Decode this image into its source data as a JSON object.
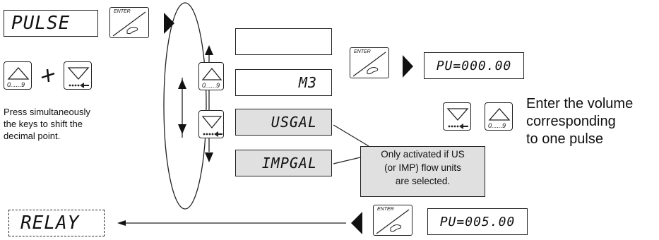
{
  "displays": {
    "pulse": "PULSE",
    "blank": "",
    "m3": "M3",
    "usgal": "USGAL",
    "impgal": "IMPGAL",
    "pu_zero": "PU=000.00",
    "pu_five": "PU=005.00",
    "relay": "RELAY"
  },
  "keys": {
    "enter_label": "ENTER",
    "up_range": "0......9"
  },
  "note": {
    "line1": "Only activated if US",
    "line2": "(or IMP) flow units",
    "line3": "are selected."
  },
  "help_decimal": {
    "line1": "Press simultaneously",
    "line2": "the keys to shift the",
    "line3": "decimal point."
  },
  "help_volume": {
    "line1": "Enter the volume",
    "line2": "corresponding",
    "line3": "to one pulse"
  },
  "colors": {
    "shade": "#e0e0e0",
    "stroke": "#222222"
  }
}
